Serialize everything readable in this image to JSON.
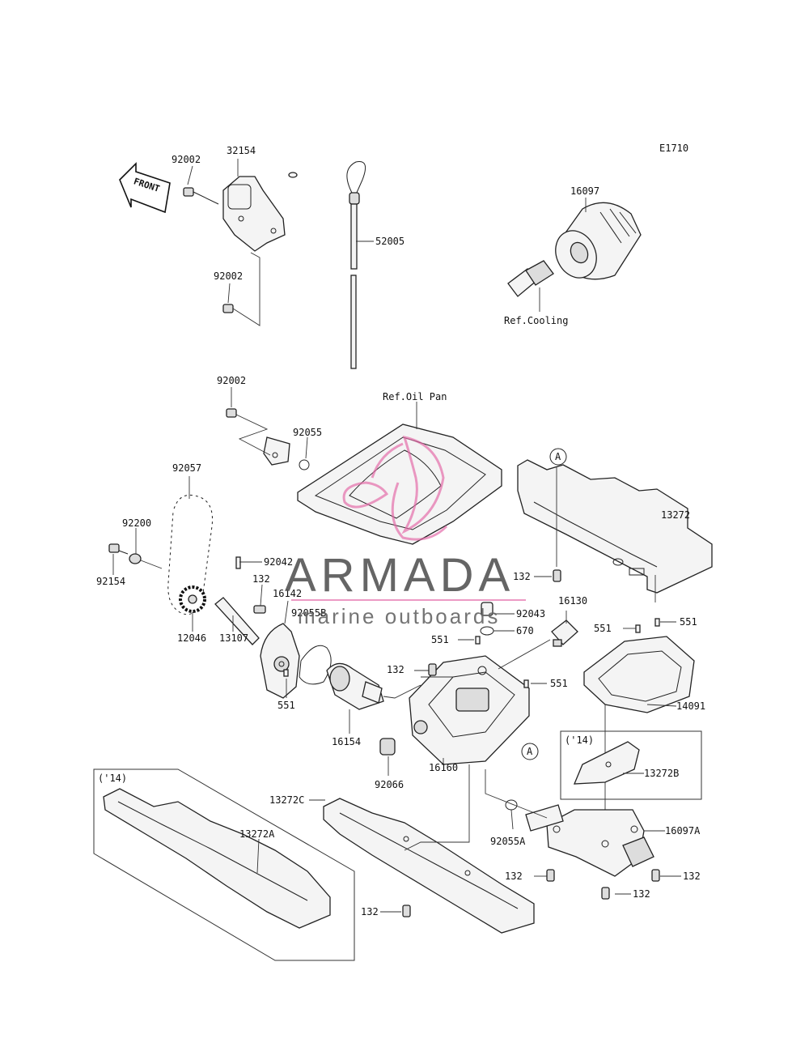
{
  "diagram_code": "E1710",
  "front_label": "FRONT",
  "references": {
    "oil_pan": "Ref.Oil Pan",
    "cooling": "Ref.Cooling"
  },
  "watermark": {
    "brand": "ARMADA",
    "tagline": "marine outboards",
    "accent_color": "#e46aa8"
  },
  "part_labels": {
    "p32154": "32154",
    "p92002_a": "92002",
    "p92002_b": "92002",
    "p92002_c": "92002",
    "p52005": "52005",
    "p16097": "16097",
    "p92055": "92055",
    "p92057": "92057",
    "p92200": "92200",
    "p92154": "92154",
    "p12046": "12046",
    "p92042": "92042",
    "p13107": "13107",
    "p132_a": "132",
    "p16142": "16142",
    "p92055b": "92055B",
    "p551_a": "551",
    "p16154": "16154",
    "p13272": "13272",
    "p132_b": "132",
    "p92043": "92043",
    "p670": "670",
    "p16130": "16130",
    "p551_b": "551",
    "p551_c": "551",
    "p551_d": "551",
    "p551_e": "551",
    "p132_c": "132",
    "p14091": "14091",
    "p16160": "16160",
    "p92066": "92066",
    "p13272b": "13272B",
    "p13272c": "13272C",
    "p13272a": "13272A",
    "p92055a": "92055A",
    "p16097a": "16097A",
    "p132_d": "132",
    "p132_e": "132",
    "p132_f": "132",
    "p132_g": "132"
  },
  "variant_tags": {
    "left_14": "('14)",
    "right_14": "('14)"
  },
  "callouts": {
    "a_top": "A",
    "a_bottom": "A"
  }
}
